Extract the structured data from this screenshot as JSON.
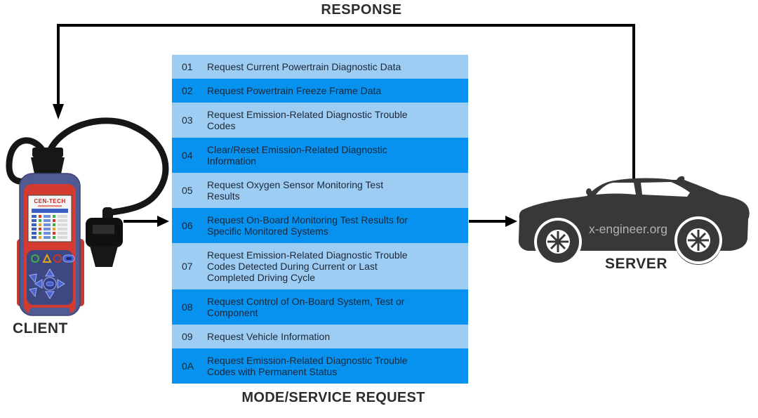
{
  "labels": {
    "response": "RESPONSE",
    "client": "CLIENT",
    "server": "SERVER",
    "table_caption": "MODE/SERVICE REQUEST"
  },
  "client_device": {
    "brand": "CEN-TECH"
  },
  "server_car": {
    "watermark": "x-engineer.org"
  },
  "table": {
    "modes": [
      {
        "code": "01",
        "text": "Request Current Powertrain Diagnostic Data"
      },
      {
        "code": "02",
        "text": "Request Powertrain Freeze Frame Data"
      },
      {
        "code": "03",
        "text": "Request Emission-Related Diagnostic Trouble\nCodes"
      },
      {
        "code": "04",
        "text": "Clear/Reset Emission-Related Diagnostic\nInformation"
      },
      {
        "code": "05",
        "text": "Request Oxygen Sensor Monitoring Test\nResults"
      },
      {
        "code": "06",
        "text": "Request On-Board Monitoring Test Results for\nSpecific Monitored Systems"
      },
      {
        "code": "07",
        "text": "Request Emission-Related Diagnostic Trouble\nCodes Detected During Current or Last\nCompleted Driving Cycle"
      },
      {
        "code": "08",
        "text": "Request Control of On-Board System, Test or\nComponent"
      },
      {
        "code": "09",
        "text": "Request Vehicle Information"
      },
      {
        "code": "0A",
        "text": "Request Emission-Related Diagnostic Trouble\nCodes with Permanent Status"
      }
    ]
  },
  "colors": {
    "row_light": "#9ecdf4",
    "row_dark": "#0792ef",
    "row_text": "#1d2735",
    "arrow": "#000000",
    "label_text": "#2d2d2d",
    "car_body": "#383838",
    "watermark_text": "#b3b3b3",
    "device_body": "#515b93",
    "device_accent_red": "#d33b30"
  }
}
